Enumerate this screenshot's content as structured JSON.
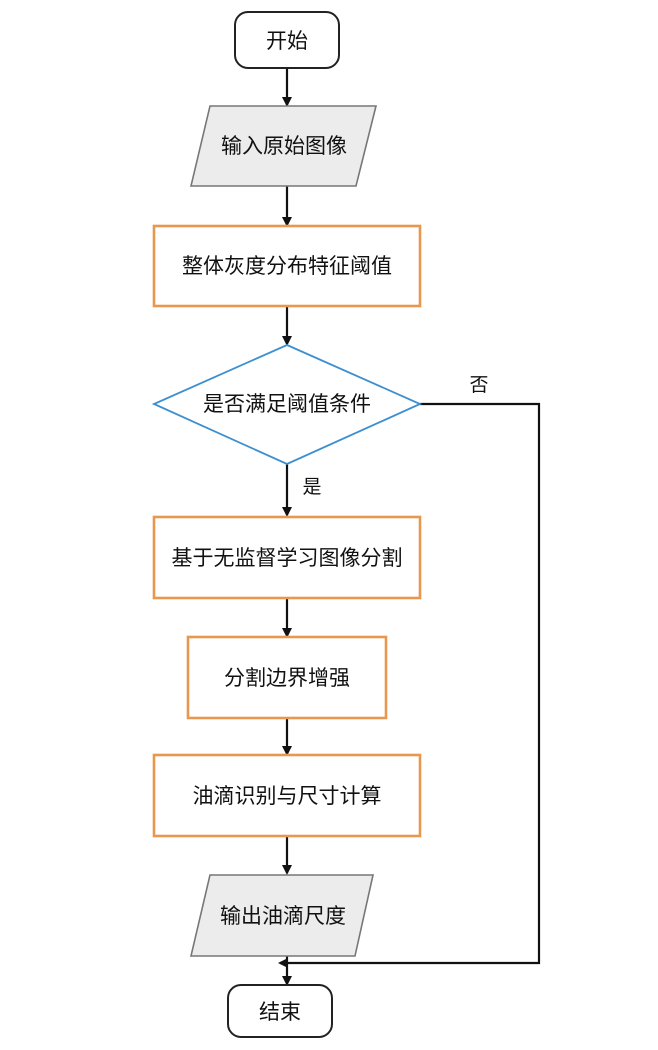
{
  "flowchart": {
    "start": "开始",
    "input": "输入原始图像",
    "threshold": "整体灰度分布特征阈值",
    "decision": "是否满足阈值条件",
    "yes_label": "是",
    "no_label": "否",
    "segment": "基于无监督学习图像分割",
    "enhance": "分割边界增强",
    "identify": "油滴识别与尺寸计算",
    "output": "输出油滴尺度",
    "end": "结束"
  },
  "colors": {
    "terminal_stroke": "#222222",
    "process_stroke": "#e9964f",
    "decision_stroke": "#3b8fd1",
    "io_fill": "#ececec",
    "io_stroke": "#777777",
    "line": "#111111"
  }
}
